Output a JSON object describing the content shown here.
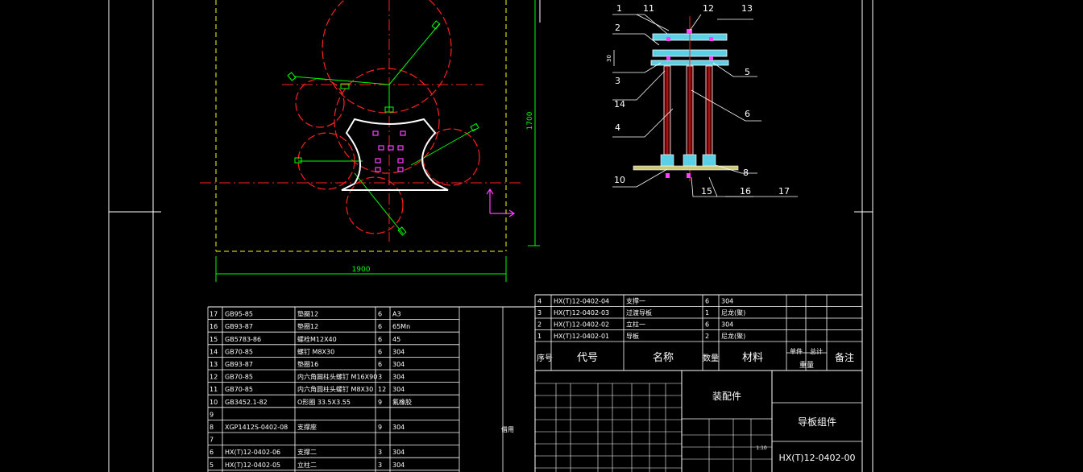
{
  "plan": {
    "dim_width": "1900",
    "dim_height": "1700"
  },
  "section": {
    "callouts_top": [
      "1",
      "11",
      "12",
      "13"
    ],
    "callouts_left": [
      "2",
      "3",
      "14",
      "4",
      "10"
    ],
    "callouts_right": [
      "5",
      "6",
      "8"
    ],
    "callouts_bottom": [
      "15",
      "16",
      "17"
    ],
    "dim_30": "30"
  },
  "bom_left": [
    {
      "no": "17",
      "code": "GB95-85",
      "name": "垫圈12",
      "qty": "6",
      "mat": "A3"
    },
    {
      "no": "16",
      "code": "GB93-87",
      "name": "垫圈12",
      "qty": "6",
      "mat": "65Mn"
    },
    {
      "no": "15",
      "code": "GB5783-86",
      "name": "螺栓M12X40",
      "qty": "6",
      "mat": "45"
    },
    {
      "no": "14",
      "code": "GB70-85",
      "name": "螺钉 M8X30",
      "qty": "6",
      "mat": "304"
    },
    {
      "no": "13",
      "code": "GB93-87",
      "name": "垫圈16",
      "qty": "6",
      "mat": "304"
    },
    {
      "no": "12",
      "code": "GB70-85",
      "name": "内六角圆柱头螺钉 M16X90",
      "qty": "3",
      "mat": "304"
    },
    {
      "no": "11",
      "code": "GB70-85",
      "name": "内六角圆柱头螺钉 M8X30",
      "qty": "12",
      "mat": "304"
    },
    {
      "no": "10",
      "code": "GB3452.1-82",
      "name": "O形圈 33.5X3.55",
      "qty": "9",
      "mat": "氟橡胶"
    },
    {
      "no": "9",
      "code": "",
      "name": "",
      "qty": "",
      "mat": ""
    },
    {
      "no": "8",
      "code": "XGP1412S-0402-08",
      "name": "支撑座",
      "qty": "9",
      "mat": "304"
    },
    {
      "no": "7",
      "code": "",
      "name": "",
      "qty": "",
      "mat": ""
    },
    {
      "no": "6",
      "code": "HX(T)12-0402-06",
      "name": "支撑二",
      "qty": "3",
      "mat": "304"
    },
    {
      "no": "5",
      "code": "HX(T)12-0402-05",
      "name": "立柱二",
      "qty": "3",
      "mat": "304"
    }
  ],
  "bom_right": [
    {
      "no": "4",
      "code": "HX(T)12-0402-04",
      "name": "支撑一",
      "qty": "6",
      "mat": "304"
    },
    {
      "no": "3",
      "code": "HX(T)12-0402-03",
      "name": "过渡导板",
      "qty": "1",
      "mat": "尼龙(聚)"
    },
    {
      "no": "2",
      "code": "HX(T)12-0402-02",
      "name": "立柱一",
      "qty": "6",
      "mat": "304"
    },
    {
      "no": "1",
      "code": "HX(T)12-0402-01",
      "name": "导板",
      "qty": "2",
      "mat": "尼龙(聚)"
    }
  ],
  "bom_header": {
    "no": "序号",
    "code": "代号",
    "name": "名称",
    "qty": "数量",
    "mat": "材料",
    "unit": "单件",
    "total": "总计",
    "weight": "重量",
    "remark": "备注"
  },
  "title_block": {
    "assembly": "装配件",
    "part_name": "导板组件",
    "drawing_no": "HX(T)12-0402-00",
    "used_on": "借用",
    "scale": "1:10"
  }
}
